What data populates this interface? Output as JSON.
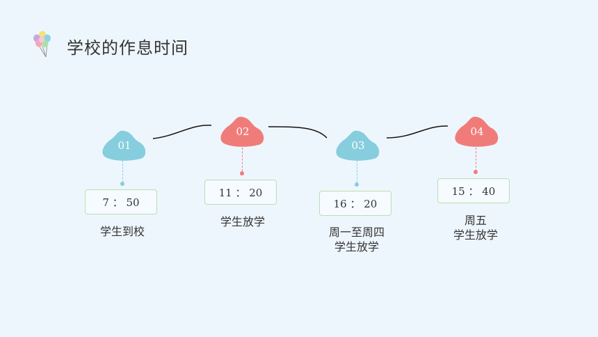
{
  "header": {
    "title": "学校的作息时间",
    "icon": "balloons-icon"
  },
  "colors": {
    "teal": "#86cedd",
    "coral": "#f07c7a",
    "box_border": "#b9dfb1",
    "background": "#eef6fd"
  },
  "steps": [
    {
      "number": "01",
      "time": "7 ： 50",
      "label_lines": [
        "学生到校"
      ]
    },
    {
      "number": "02",
      "time": "11 ： 20",
      "label_lines": [
        "学生放学"
      ]
    },
    {
      "number": "03",
      "time": "16 ： 20",
      "label_lines": [
        "周一至周四",
        "学生放学"
      ]
    },
    {
      "number": "04",
      "time": "15 ： 40",
      "label_lines": [
        "周五",
        "学生放学"
      ]
    }
  ]
}
